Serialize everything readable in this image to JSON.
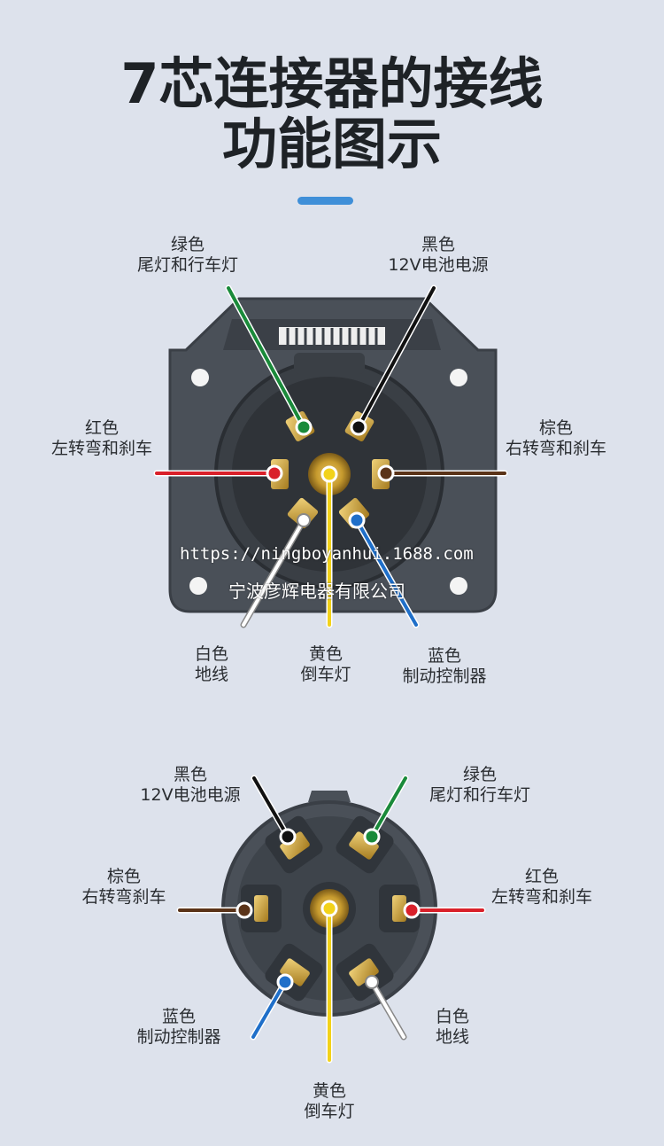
{
  "title": {
    "line1": "7芯连接器的接线",
    "line2": "功能图示"
  },
  "colors": {
    "background": "#dde2ec",
    "accent": "#3f8fd8",
    "green": "#1a8a3a",
    "black": "#111111",
    "red": "#d9202a",
    "brown": "#5a3318",
    "white": "#ffffff",
    "yellow": "#f2d21a",
    "blue": "#1f6fc9"
  },
  "top_diagram": {
    "labels": {
      "green": {
        "color": "绿色",
        "function": "尾灯和行车灯"
      },
      "black": {
        "color": "黑色",
        "function": "12V电池电源"
      },
      "red": {
        "color": "红色",
        "function": "左转弯和刹车"
      },
      "brown": {
        "color": "棕色",
        "function": "右转弯和刹车"
      },
      "white": {
        "color": "白色",
        "function": "地线"
      },
      "yellow": {
        "color": "黄色",
        "function": "倒车灯"
      },
      "blue": {
        "color": "蓝色",
        "function": "制动控制器"
      }
    }
  },
  "bottom_diagram": {
    "labels": {
      "black": {
        "color": "黑色",
        "function": "12V电池电源"
      },
      "green": {
        "color": "绿色",
        "function": "尾灯和行车灯"
      },
      "brown": {
        "color": "棕色",
        "function": "右转弯刹车"
      },
      "red": {
        "color": "红色",
        "function": "左转弯和刹车"
      },
      "blue": {
        "color": "蓝色",
        "function": "制动控制器"
      },
      "white": {
        "color": "白色",
        "function": "地线"
      },
      "yellow": {
        "color": "黄色",
        "function": "倒车灯"
      }
    }
  },
  "watermark": {
    "url": "https://ningboyanhui.1688.com",
    "company": "宁波彦辉电器有限公司"
  }
}
